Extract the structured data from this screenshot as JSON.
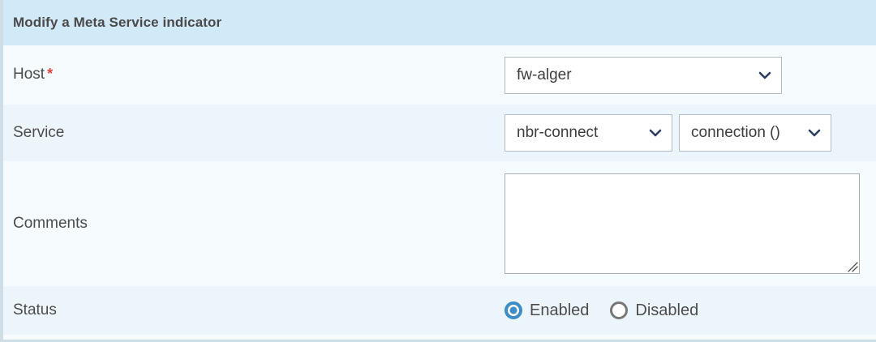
{
  "header": {
    "title": "Modify a Meta Service indicator"
  },
  "colors": {
    "header_bg": "#d2eaf7",
    "row_light": "#f6fcfe",
    "row_dark": "#edf5fc",
    "required_asterisk": "#e8453c",
    "chevron": "#2c3e60",
    "radio_selected": "#3c8dc5",
    "radio_unselected": "#787878",
    "label_text": "#4c4c4c",
    "panel_border": "#cfdde6"
  },
  "rows": {
    "host": {
      "label": "Host",
      "required_marker": "*",
      "select": {
        "value": "fw-alger",
        "icon": "chevron-down-icon"
      }
    },
    "service": {
      "label": "Service",
      "select_service": {
        "value": "nbr-connect",
        "icon": "chevron-down-icon"
      },
      "select_metric": {
        "value": "connection ()",
        "icon": "chevron-down-icon"
      }
    },
    "comments": {
      "label": "Comments",
      "textarea": {
        "value": "",
        "placeholder": ""
      },
      "resize_icon": "resize-grip-icon"
    },
    "status": {
      "label": "Status",
      "options": [
        {
          "label": "Enabled",
          "selected": true
        },
        {
          "label": "Disabled",
          "selected": false
        }
      ]
    }
  }
}
